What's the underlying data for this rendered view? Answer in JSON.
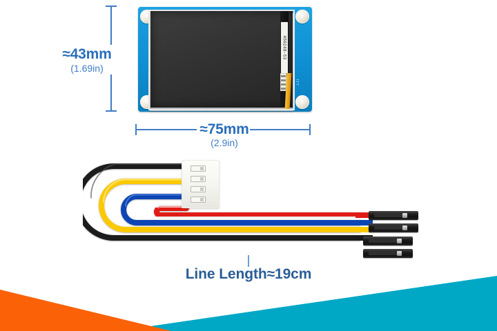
{
  "image": {
    "title": "Display module and cable dimensions",
    "background_color": "#ffffff"
  },
  "dimensions": {
    "height": {
      "value_mm": "≈43mm",
      "value_in": "(1.69in)",
      "orientation": "vertical",
      "color": "#2a6ebb"
    },
    "width": {
      "value_mm": "≈75mm",
      "value_in": "(2.9in)",
      "orientation": "horizontal",
      "color": "#2a6ebb"
    }
  },
  "display_module": {
    "pcb_color": "#169ada",
    "screen_color": "#2e2e2e",
    "mounting_holes": 4,
    "fpc_label": "HS0248-53",
    "silkscreen": "TFT",
    "ribbon_color": "#e9a51d"
  },
  "cable": {
    "label": "Line Length≈19cm",
    "label_color": "#2a5d96",
    "wire_count": 4,
    "wires": [
      {
        "name": "wire-black",
        "color": "#1a1a1a"
      },
      {
        "name": "wire-yellow",
        "color": "#fbc900"
      },
      {
        "name": "wire-blue",
        "color": "#0a45b5"
      },
      {
        "name": "wire-red",
        "color": "#e01b15"
      }
    ],
    "connector": {
      "type": "jst-4pin",
      "color": "#f6f6f1",
      "pin_count": 4
    },
    "terminals": {
      "type": "dupont-female",
      "color": "#1d1d1d",
      "count": 4
    }
  },
  "decorations": {
    "orange": "#fb6107",
    "orange_hex": "#FB6107",
    "cyan": "#00a8c6",
    "cyan_hex": "#00A8C6"
  }
}
